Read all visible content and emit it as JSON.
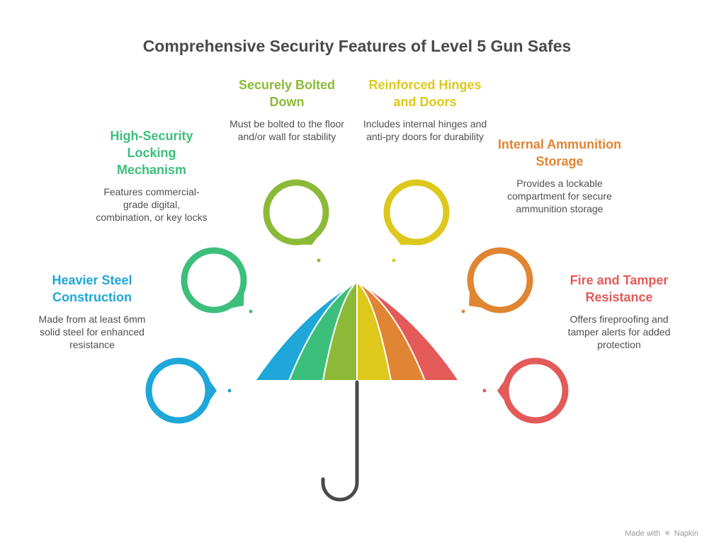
{
  "title": "Comprehensive Security Features of Level 5 Gun Safes",
  "features": [
    {
      "key": "steel",
      "title": "Heavier Steel Construction",
      "description": "Made from at least 6mm solid steel for enhanced resistance",
      "color": "#1EA7D8"
    },
    {
      "key": "locking",
      "title": "High-Security Locking Mechanism",
      "description": "Features commercial-grade digital, combination, or key locks",
      "color": "#3DBF7C"
    },
    {
      "key": "bolted",
      "title": "Securely Bolted Down",
      "description": "Must be bolted to the floor and/or wall for stability",
      "color": "#8CBA38"
    },
    {
      "key": "hinges",
      "title": "Reinforced Hinges and Doors",
      "description": "Includes internal hinges and anti-pry doors for durability",
      "color": "#DDC81B"
    },
    {
      "key": "ammo",
      "title": "Internal Ammunition Storage",
      "description": "Provides a lockable compartment for secure ammunition storage",
      "color": "#E08533"
    },
    {
      "key": "fire",
      "title": "Fire and Tamper Resistance",
      "description": "Offers fireproofing and tamper alerts for added protection",
      "color": "#E35A58"
    }
  ],
  "umbrella": {
    "handle_color": "#4a4a4a"
  },
  "watermark": {
    "prefix": "Made with",
    "brand": "Napkin",
    "icon": "napkin-logo-icon"
  }
}
